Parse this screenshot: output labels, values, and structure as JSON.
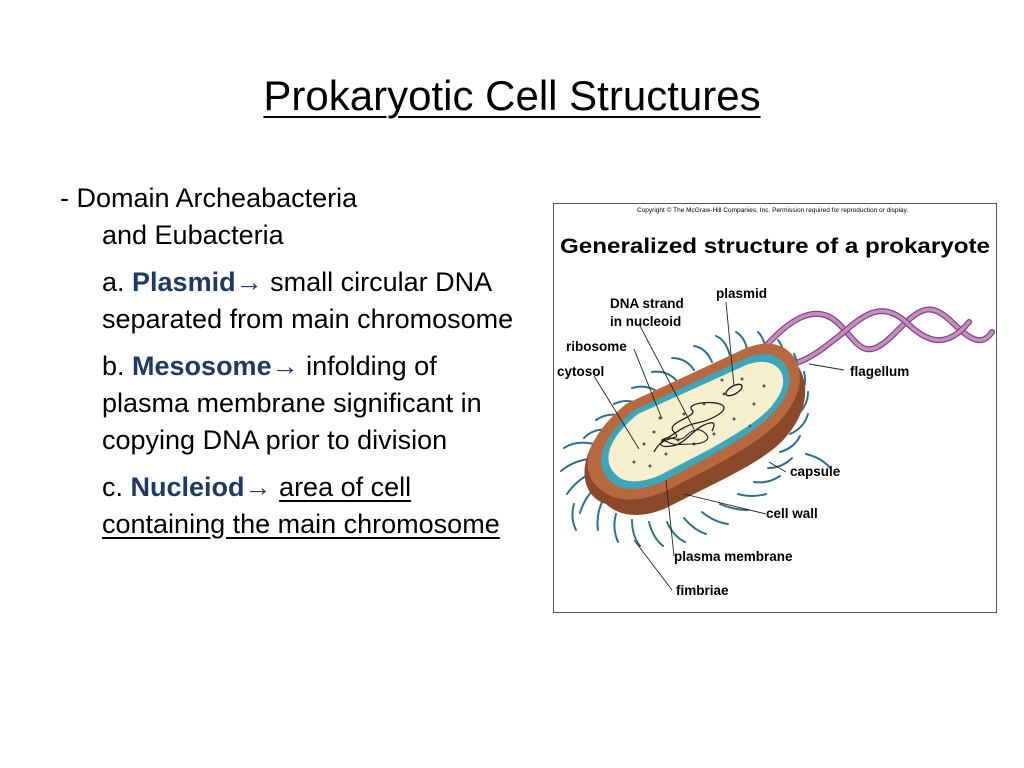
{
  "slide": {
    "title": "Prokaryotic Cell Structures",
    "intro_line1": "- Domain Archeabacteria",
    "intro_line2": "and Eubacteria",
    "items": [
      {
        "prefix": "a. ",
        "term": "Plasmid",
        "arrow": "→",
        "text": " small circular DNA separated from main chromosome",
        "underlined": ""
      },
      {
        "prefix": "b. ",
        "term": "Mesosome",
        "arrow": "→",
        "text": " infolding of plasma membrane significant in copying DNA prior to division",
        "underlined": ""
      },
      {
        "prefix": "c. ",
        "term": "Nucleiod",
        "arrow": "→",
        "text": " ",
        "underlined": "area of cell containing the main chromosome"
      }
    ]
  },
  "figure": {
    "copyright": "Copyright © The McGraw-Hill Companies, Inc. Permission required for reproduction or display.",
    "title": "Generalized structure of a prokaryote",
    "labels": {
      "dna_strand_1": "DNA strand",
      "dna_strand_2": "in nucleoid",
      "plasmid": "plasmid",
      "ribosome": "ribosome",
      "cytosol": "cytosol",
      "flagellum": "flagellum",
      "capsule": "capsule",
      "cell_wall": "cell wall",
      "plasma_membrane": "plasma membrane",
      "fimbriae": "fimbriae"
    }
  },
  "colors": {
    "keyword": "#1f3864",
    "capsule": "#b8683e",
    "membrane": "#3ea6b8",
    "cytosol": "#f7f0cf",
    "fimbriae": "#2f6f8c",
    "flagellum": "#c98bc4"
  }
}
